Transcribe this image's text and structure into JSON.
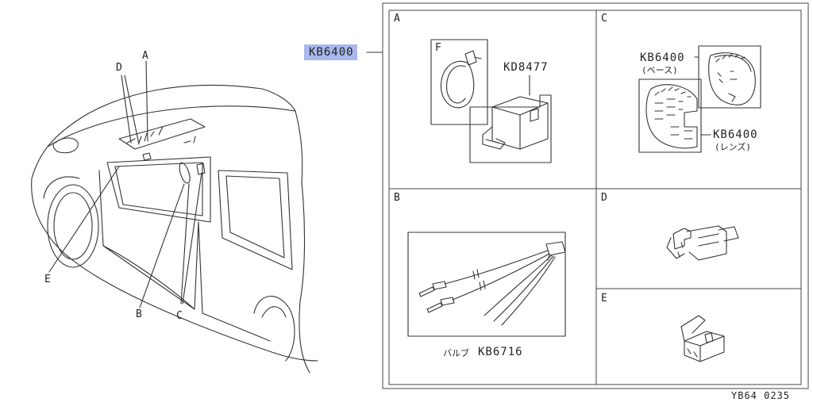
{
  "main_part": "KB6400",
  "footer_code": "YB64 0235",
  "car_callouts": {
    "a": "A",
    "b": "B",
    "c": "C",
    "d": "D",
    "e": "E"
  },
  "panels": {
    "a": {
      "label": "A",
      "sub_label": "F",
      "part": "KD8477"
    },
    "b": {
      "label": "B",
      "caption_jp": "バルブ",
      "caption_part": "KB6716"
    },
    "c": {
      "label": "C",
      "base_part": "KB6400",
      "base_note": "(ベース)",
      "lens_part": "KB6400",
      "lens_note": "(レンズ)"
    },
    "d": {
      "label": "D"
    },
    "e": {
      "label": "E"
    }
  }
}
